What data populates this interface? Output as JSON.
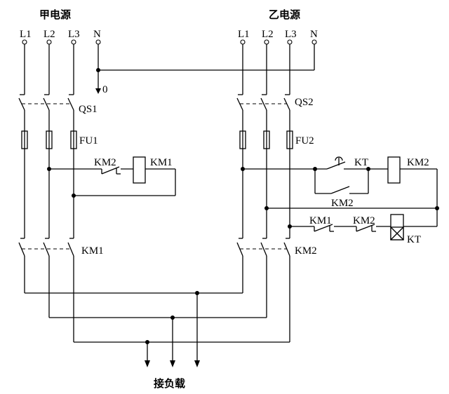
{
  "source_a": {
    "title": "甲电源",
    "L1": "L1",
    "L2": "L2",
    "L3": "L3",
    "N": "N"
  },
  "source_b": {
    "title": "乙电源",
    "L1": "L1",
    "L2": "L2",
    "L3": "L3",
    "N": "N"
  },
  "neutral_mark": "0",
  "labels": {
    "qs1": "QS1",
    "qs2": "QS2",
    "fu1": "FU1",
    "fu2": "FU2",
    "km1_coil": "KM1",
    "km2_interlock_a": "KM2",
    "km1_main": "KM1",
    "km2_main": "KM2",
    "kt_contact": "KT",
    "km2_coil": "KM2",
    "km2_hold": "KM2",
    "km1_nc_b": "KM1",
    "km2_nc_b": "KM2",
    "kt_coil": "KT"
  },
  "load": "接负载"
}
